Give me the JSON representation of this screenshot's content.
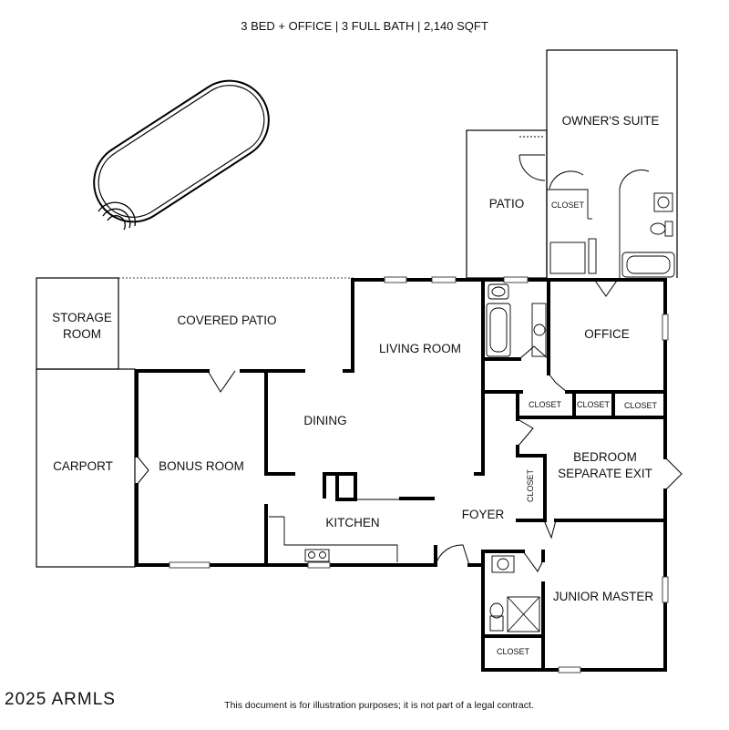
{
  "header": {
    "summary": "3 BED + OFFICE | 3 FULL BATH | 2,140 SQFT"
  },
  "rooms": {
    "owners_suite": "OWNER'S SUITE",
    "patio": "PATIO",
    "storage_room_line1": "STORAGE",
    "storage_room_line2": "ROOM",
    "covered_patio": "COVERED PATIO",
    "living_room": "LIVING ROOM",
    "office": "OFFICE",
    "dining": "DINING",
    "carport": "CARPORT",
    "bonus_room": "BONUS ROOM",
    "bedroom_line1": "BEDROOM",
    "bedroom_line2": "SEPARATE EXIT",
    "kitchen": "KITCHEN",
    "foyer": "FOYER",
    "junior_master": "JUNIOR MASTER"
  },
  "closets": {
    "owners_suite": "CLOSET",
    "office_1": "CLOSET",
    "office_2": "CLOSET",
    "office_3": "CLOSET",
    "hall_vertical": "CLOSET",
    "junior_master": "CLOSET"
  },
  "footer": {
    "watermark": "2025 ARMLS",
    "disclaimer": "This document is for illustration purposes; it is not part of a legal contract."
  }
}
